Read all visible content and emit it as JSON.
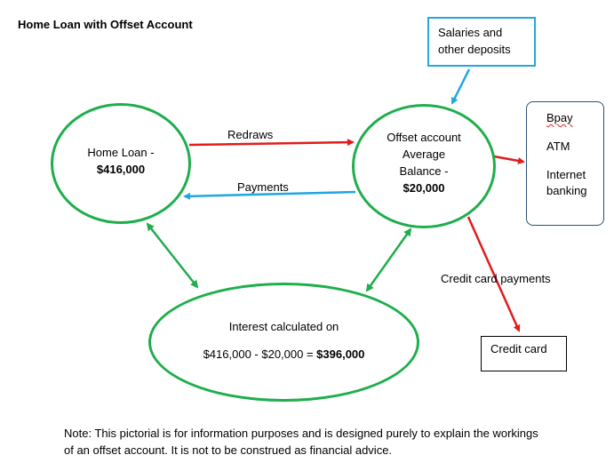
{
  "title": "Home Loan with Offset Account",
  "home_loan": {
    "line1": "Home Loan -",
    "amount": "$416,000"
  },
  "offset": {
    "line1": "Offset account",
    "line2": "Average",
    "line3": "Balance -",
    "amount": "$20,000"
  },
  "interest": {
    "line1": "Interest calculated on",
    "formula": "$416,000 - $20,000 = ",
    "result": "$396,000"
  },
  "salaries": {
    "line1": "Salaries and",
    "line2": "other deposits"
  },
  "payments_box": {
    "items": [
      "Bpay",
      "ATM",
      "Internet",
      "banking"
    ]
  },
  "credit_card": {
    "label": "Credit card"
  },
  "labels": {
    "redraws": "Redraws",
    "payments": "Payments",
    "credit_card_payments": "Credit card payments"
  },
  "note": {
    "line1": "Note: This pictorial is for information purposes and is designed purely to explain the workings",
    "line2": "of an offset account.  It is not to be construed as financial advice."
  },
  "colors": {
    "green": "#1fae4c",
    "red": "#e31b1b",
    "blue": "#1ea7e1",
    "box_blue": "#25a9d9"
  }
}
